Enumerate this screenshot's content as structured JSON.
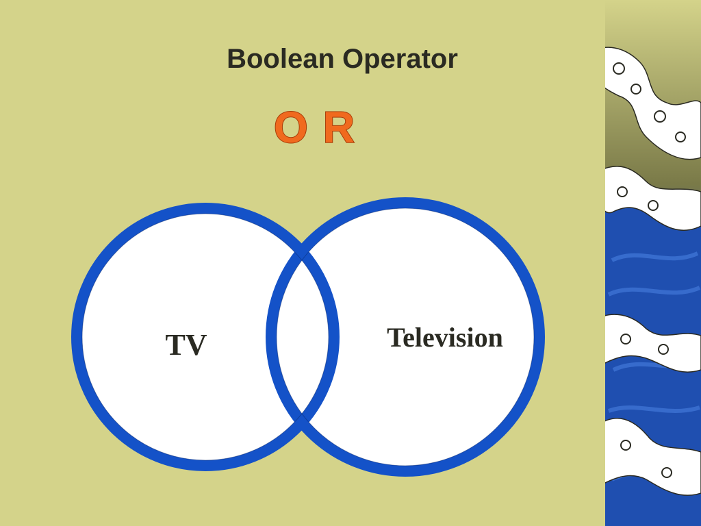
{
  "slide": {
    "title": "Boolean Operator",
    "operator": "OR",
    "operator_color": "#f06a1e",
    "background_color": "#d4d38a"
  },
  "venn": {
    "sets": [
      {
        "label": "TV"
      },
      {
        "label": "Television"
      }
    ],
    "ring_color": "#1452c8",
    "fill_color": "#ffffff",
    "label_color": "#2a2a22"
  },
  "decoration": {
    "icon": "ocean-wave-illustration",
    "wave_colors": [
      "#1f4fb0",
      "#3a6fd0",
      "#ffffff",
      "#6f7040"
    ]
  }
}
